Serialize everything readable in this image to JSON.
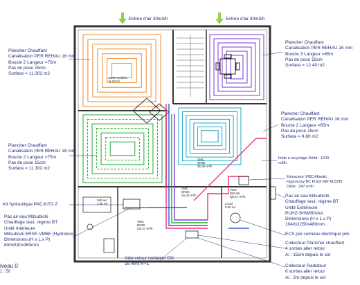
{
  "air_inlets": [
    {
      "label": "Entrée d'air 30m3/h"
    },
    {
      "label": "Entrée d'air 30m3/h"
    }
  ],
  "annotations": {
    "floor_tl": [
      "Plancher Chauffant",
      "Canalisation PER REHAU 16 mm",
      "Boucle 2 Langeur =75m",
      "Pas de pose 15cm",
      "Surface = 11.302 m2"
    ],
    "floor_tr": [
      "Plancher Chauffant",
      "Canalisation PER REHAU 16 mm",
      "Boucle 3 Langeur =85m",
      "Pas de pose 15cm",
      "Surface = 12.40 m2"
    ],
    "floor_bl": [
      "Plancher Chauffant",
      "Canalisation PER REHAU 16 mm",
      "Boucle 2 Langeur =75m",
      "Pas de pose 15cm",
      "Surface = 11.302 m2"
    ],
    "floor_br": [
      "Plancher Chauffant",
      "Canalisation PER REHAU 16 mm",
      "Boucle 2 Langeur =65m",
      "Pas de pose 15cm",
      "Surface = 9.80 m2"
    ],
    "hotte": [
      "hotte à recyclage Débit : 1200",
      "m3/h"
    ],
    "vmc": [
      "Extracteur VMC Atlantic",
      "Hygrocosy BC FLEX Réf 412295",
      "Débit : 247 m³/h"
    ],
    "kit": [
      "Kit hydraulique PAC-KIT2 Z"
    ],
    "pac_ext": [
      "Pac air eau Mitsubishi",
      "Chauffage seul, régime BT",
      "Unité Extérieure",
      "PUHZ-SHW80VAA",
      "Dimensions (H x L x P)",
      "1040x1050x480mm"
    ],
    "pac_int": [
      "Pac air eau Mitsubishi",
      "Chauffage seul, régime BT",
      "Unité Intérieure",
      "Mitsubishi ERSF-VM6E (Hydrobox)",
      "Dimensions (H x L x P)",
      "800x530x360mm"
    ],
    "ecs": [
      "ECS par cumulus électrique pilo"
    ],
    "collecteur_pc": [
      "Collecteur Plancher chauffant",
      "4 sorties aller retour",
      "Ai : 15cm depuis le sol"
    ],
    "aller_retour": [
      "Aller-retour radiateur DN",
      "16 vers R+1"
    ],
    "collecteur_rad": [
      "Collecteur Radiateur",
      "6 sorties aller retour",
      "Ai : 2m depuis le sol"
    ]
  },
  "rooms": {
    "salon": [
      "Salon-Cuisine",
      "11.30 m²"
    ],
    "sdb": [
      "Sdb wc",
      "3.96 m²"
    ],
    "local": [
      "Local",
      "9.50 m²"
    ],
    "vmc_1": [
      "VMC",
      "DN80",
      "3b.36 m³/h"
    ],
    "vmc_2": [
      "VMC",
      "DN80",
      "15.00 m³/h"
    ],
    "vmc_3": [
      "VMC",
      "DN125",
      "Qb.27 m³/h"
    ],
    "vmc_4": [
      "VMC",
      "DN80",
      "Qb.27 m³/h"
    ]
  },
  "title": {
    "line1": "iveau 0",
    "line2": "1 : 50"
  },
  "colors": {
    "orange": "#f08a2c",
    "purple": "#7a35d8",
    "green": "#1faa2c",
    "cyan": "#1aa6c8",
    "pink": "#f0307a",
    "blue": "#2d5bd8",
    "annotation": "#1e2a78",
    "air_arrow": "#8fd14f"
  }
}
